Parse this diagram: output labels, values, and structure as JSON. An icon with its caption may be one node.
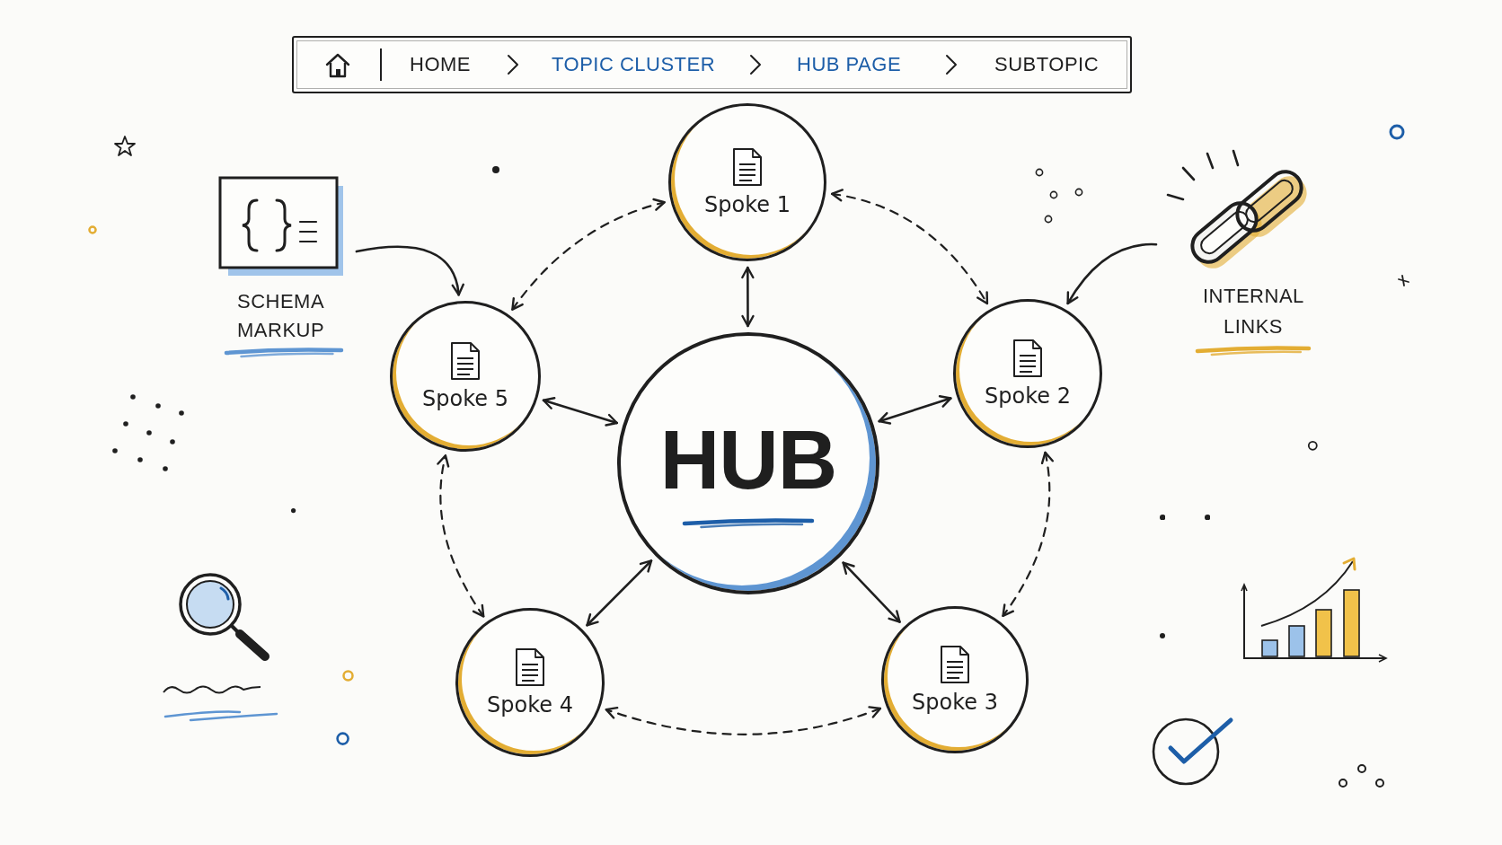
{
  "diagram": {
    "nodes": [
      {
        "text": [
          "HOME",
          "TOPIC CLUSTER",
          "HUB PAGE",
          "SUBTOPIC"
        ]
      },
      {
        "text": [
          "SCHEMA MARKUP"
        ]
      },
      {
        "text": [
          "Spoke 1"
        ]
      },
      {
        "text": [
          "INTERNAL LINKS"
        ]
      },
      {
        "text": [
          "Spoke 5"
        ]
      },
      {
        "text": [
          "HUB"
        ]
      },
      {
        "text": [
          "Spoke 2"
        ]
      },
      {
        "text": [
          "Spoke 4"
        ]
      },
      {
        "text": [
          "Spoke 3"
        ]
      }
    ],
    "edges": [
      {
        "from": 5,
        "to": 2,
        "arrow": "both"
      },
      {
        "from": 5,
        "to": 6,
        "arrow": "both"
      },
      {
        "from": 5,
        "to": 8,
        "arrow": "both"
      },
      {
        "from": 5,
        "to": 7,
        "arrow": "both"
      },
      {
        "from": 5,
        "to": 4,
        "arrow": "both"
      },
      {
        "from": 2,
        "to": 6,
        "arrow": "both",
        "style": "dashed"
      },
      {
        "from": 6,
        "to": 8,
        "arrow": "both",
        "style": "dashed"
      },
      {
        "from": 8,
        "to": 7,
        "arrow": "both",
        "style": "dashed"
      },
      {
        "from": 7,
        "to": 4,
        "arrow": "both",
        "style": "dashed"
      },
      {
        "from": 4,
        "to": 2,
        "arrow": "both",
        "style": "dashed"
      },
      {
        "from": 1,
        "to": 4,
        "arrow": "to"
      },
      {
        "from": 3,
        "to": 6,
        "arrow": "to"
      }
    ]
  }
}
